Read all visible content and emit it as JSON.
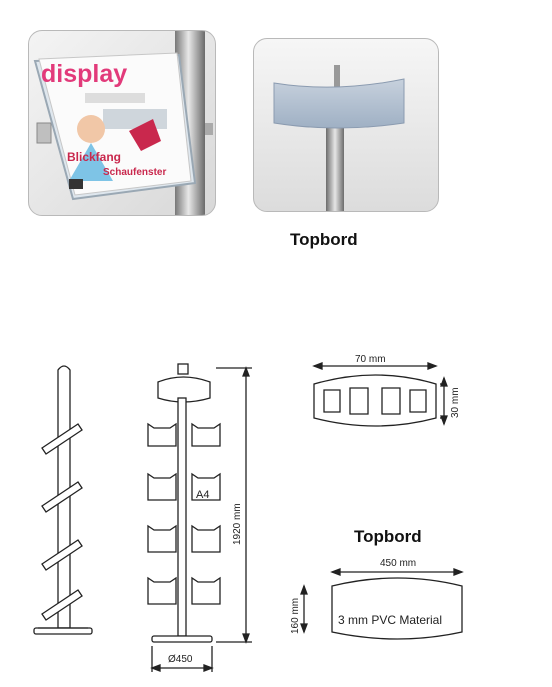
{
  "photo_left": {
    "magazine_title": "display",
    "cover_line_1": "Blickfang",
    "cover_line_2": "Schaufenster"
  },
  "headings": {
    "topbord_upper": "Topbord",
    "topbord_lower": "Topbord"
  },
  "drawing": {
    "height_label": "1920 mm",
    "a4_label": "A4",
    "base_label": "Ø450",
    "profile_width": "70 mm",
    "profile_height": "30 mm",
    "sign_width": "450 mm",
    "sign_height": "160 mm",
    "sign_material": "3 mm PVC Material"
  },
  "colors": {
    "accent_pink": "#e23a7a",
    "metal": "#9a9a9a",
    "line": "#222222"
  }
}
